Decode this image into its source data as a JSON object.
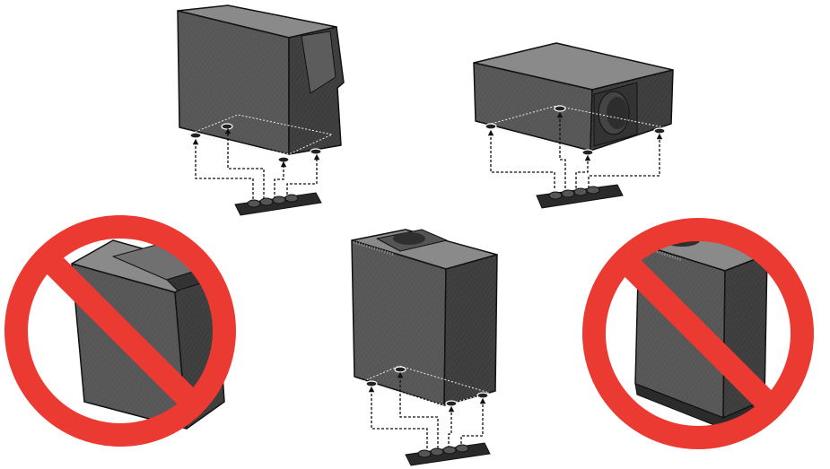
{
  "colors": {
    "prohibited": "#ea3a32",
    "cabinet_dark": "#3d3d3d",
    "cabinet_mid": "#565656",
    "cabinet_light": "#747474",
    "cabinet_top": "#8a8a8a",
    "outline": "#111111",
    "foot_pad": "#2a2a2a",
    "guide_line": "#111111"
  },
  "icons": {
    "prohibited": "prohibited-icon",
    "arrow": "arrow-up-icon"
  },
  "placements": [
    {
      "orientation": "upright-tall",
      "status": "allowed",
      "rubber_feet": 4
    },
    {
      "orientation": "horizontal-side",
      "status": "allowed",
      "rubber_feet": 4
    },
    {
      "orientation": "upright-on-end-top-grille",
      "status": "allowed",
      "rubber_feet": 4
    },
    {
      "orientation": "upside-down",
      "status": "prohibited"
    },
    {
      "orientation": "upright-top-grille-raised",
      "status": "prohibited"
    }
  ]
}
